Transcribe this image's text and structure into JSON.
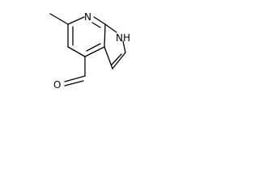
{
  "molecule": {
    "labels": {
      "ring_nitrogen": "N",
      "nh": "NH",
      "aldehyde_oxygen": "O"
    },
    "colors": {
      "bond": "#000000",
      "text": "#000000",
      "background": "#ffffff"
    }
  }
}
